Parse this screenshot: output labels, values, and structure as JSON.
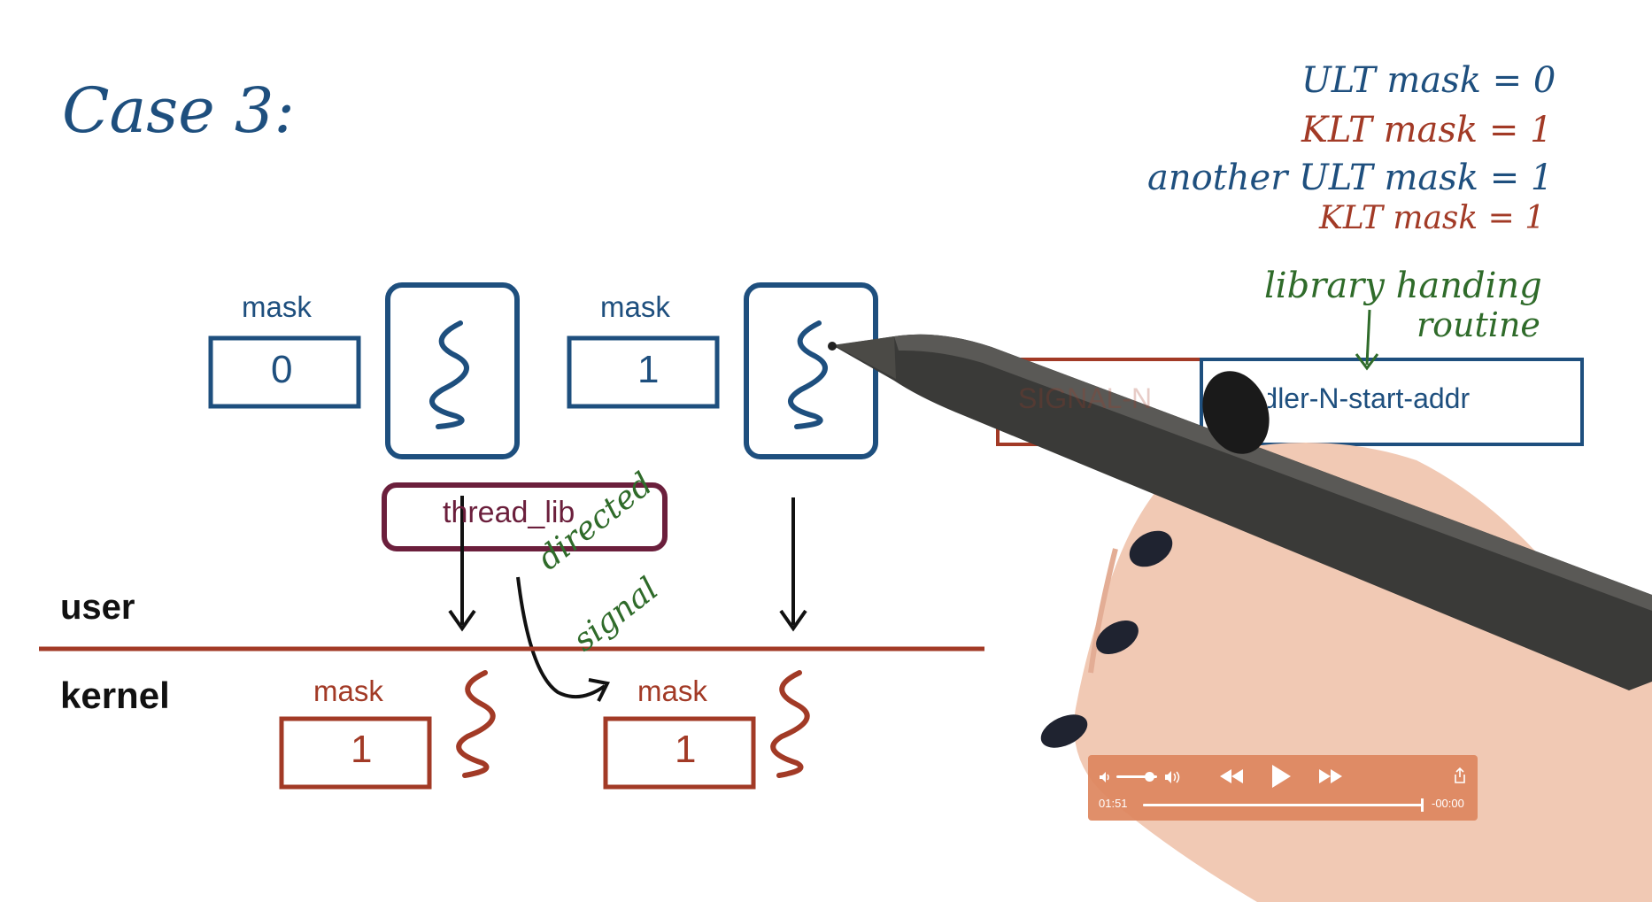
{
  "slide": {
    "title": "Case 3:",
    "notes": [
      "ULT mask = 0",
      "KLT mask = 1",
      "another ULT mask = 1",
      "KLT mask = 1"
    ],
    "library_note_line1": "library handing",
    "library_note_line2": "routine",
    "user_threads": [
      {
        "mask_label": "mask",
        "mask_value": "0"
      },
      {
        "mask_label": "mask",
        "mask_value": "1"
      }
    ],
    "thread_lib_label": "thread_lib",
    "directed_signal_line1": "directed",
    "directed_signal_line2": "signal",
    "user_label": "user",
    "kernel_label": "kernel",
    "kernel_threads": [
      {
        "mask_label": "mask",
        "mask_value": "1"
      },
      {
        "mask_label": "mask",
        "mask_value": "1"
      }
    ],
    "table": {
      "signal_cell": "SIGNAL-N",
      "handler_cell": "handler-N-start-addr"
    }
  },
  "player": {
    "elapsed": "01:51",
    "remaining": "-00:00",
    "progress": 1.0,
    "volume": 0.8,
    "accent": "#de875f"
  },
  "colors": {
    "blue": "#1e4f7e",
    "red": "#a23a26",
    "maroon": "#6b1f3c",
    "green": "#2f6b2a",
    "black": "#111111"
  },
  "icons": [
    "volume-low-icon",
    "volume-high-icon",
    "rewind-icon",
    "play-icon",
    "fast-forward-icon",
    "share-icon",
    "pen-icon",
    "hand-icon",
    "thread-squiggle-icon"
  ]
}
